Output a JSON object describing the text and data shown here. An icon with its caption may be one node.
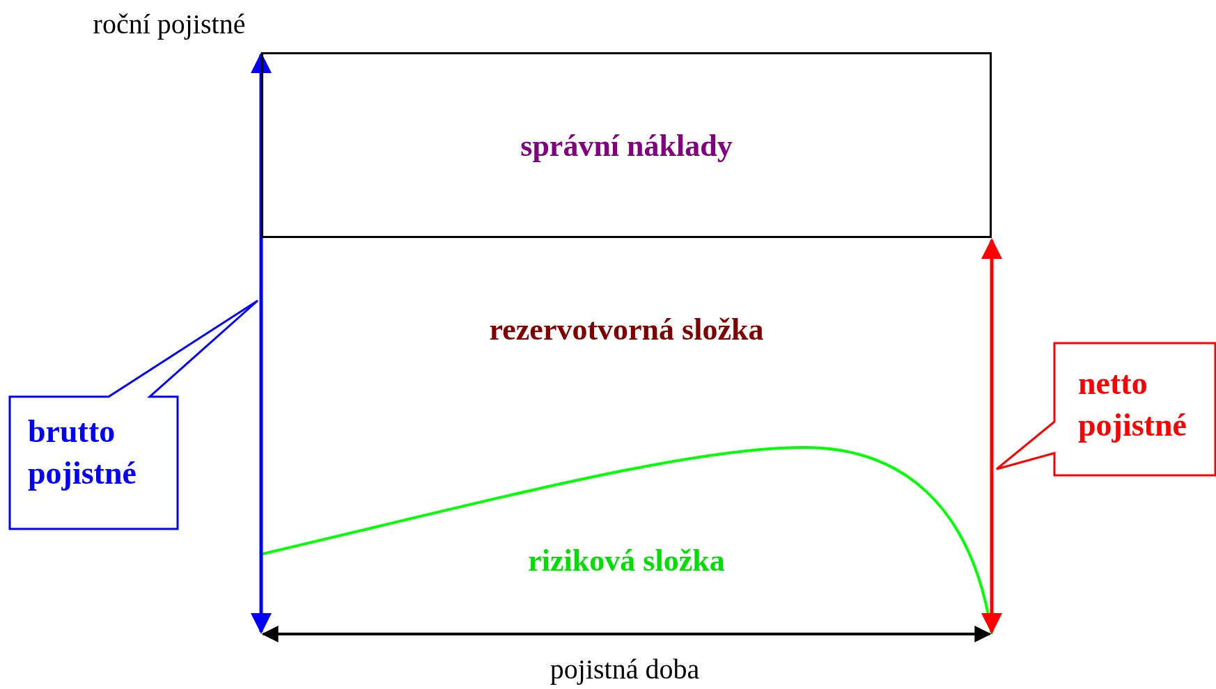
{
  "diagram": {
    "nodes": [
      {
        "text": [
          "správní náklady"
        ]
      },
      {
        "text": [
          "rezervotvorná složka"
        ]
      },
      {
        "text": [
          "riziková složka"
        ]
      },
      {
        "text": [
          "brutto pojistné"
        ]
      },
      {
        "text": [
          "netto pojistné"
        ]
      }
    ],
    "labels": [
      "roční pojistné",
      "pojistná doba"
    ]
  }
}
